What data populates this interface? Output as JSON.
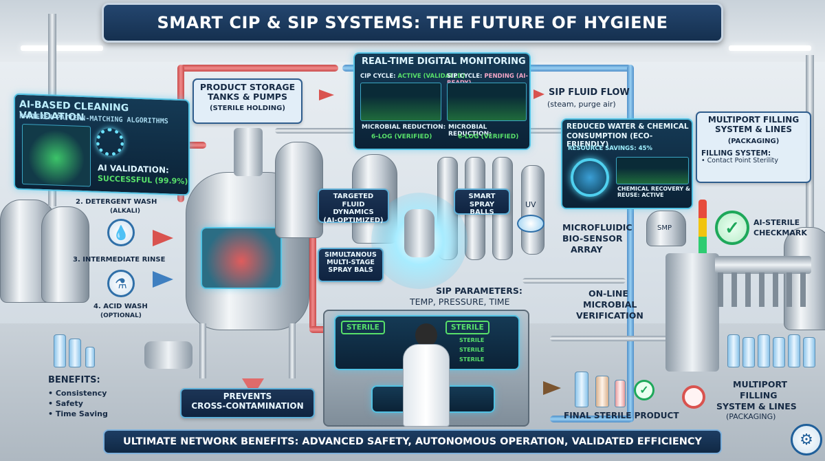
{
  "title": "SMART CIP & SIP SYSTEMS: THE FUTURE OF HYGIENE",
  "ai_validation": {
    "heading": "AI-BASED CLEANING VALIDATION",
    "subheading": "PATTEREN PATTERN-MATCHING ALGORITHMS",
    "result_label": "AI VALIDATION:",
    "result_value": "SUCCESSFUL (99.9%)"
  },
  "storage": {
    "line1": "PRODUCT STORAGE",
    "line2": "TANKS & PUMPS",
    "line3": "(STERILE HOLDING)"
  },
  "monitoring": {
    "heading": "REAL-TIME DIGITAL MONITORING",
    "cip_label": "CIP CYCLE:",
    "cip_status": "ACTIVE (VALIDATED)",
    "sip_label": "SIP CYCLE:",
    "sip_status": "PENDING (AI-READY)",
    "reduction_label_1": "MICROBIAL REDUCTION:",
    "reduction_value_1": "6-LOG (VERIFIED)",
    "reduction_label_2": "MICROBIAL REDUCTION:",
    "reduction_value_2": "6-LOG (VERIFIED)"
  },
  "sip_flow": {
    "heading": "SIP FLUID FLOW",
    "detail": "(steam, purge air)"
  },
  "consumption": {
    "heading_1": "REDUCED WATER & CHEMICAL",
    "heading_2": "CONSUMPTION (ECO-FRIENDLY)",
    "savings": "RESOURCE SAVINGS: 45%",
    "recovery": "CHEMICAL RECOVERY & REUSE: ACTIVE"
  },
  "filling": {
    "heading_1": "MULTIPORT FILLING",
    "heading_2": "SYSTEM & LINES",
    "heading_3": "(PACKAGING)",
    "system_label": "FILLING SYSTEM:",
    "system_item": "• Contact Point Sterility"
  },
  "steps": {
    "detergent": "2. DETERGENT WASH",
    "detergent_sub": "(ALKALI)",
    "rinse": "3. INTERMEDIATE RINSE",
    "acid": "4. ACID WASH",
    "acid_sub": "(OPTIONAL)"
  },
  "callouts": {
    "targeted_1": "TARGETED",
    "targeted_2": "FLUID DYNAMICS",
    "targeted_3": "(AI-OPTIMIZED)",
    "spray_1": "SMART",
    "spray_2": "SPRAY BALLS",
    "simul_1": "SIMULTANOUS",
    "simul_2": "MULTI-STAGE",
    "simul_3": "SPRAY BALS",
    "uv": "UV",
    "biosensor_1": "MICROFLUIDIC",
    "biosensor_2": "BIO-SENSOR",
    "biosensor_3": "ARRAY",
    "sip_params_1": "SIP PARAMETERS:",
    "sip_params_2": "TEMP, PRESSURE, TIME",
    "online_1": "ON-LINE",
    "online_2": "MICROBIAL",
    "online_3": "VERIFICATION",
    "smp": "SMP",
    "checkmark_1": "AI-STERILE",
    "checkmark_2": "CHECKMARK"
  },
  "console": {
    "sterile_1": "STERILE",
    "sterile_2": "STERILE",
    "mini_1": "STERILE",
    "mini_2": "STERILE",
    "mini_3": "STERILE"
  },
  "benefits": {
    "heading": "BENEFITS:",
    "items": [
      "• Consistency",
      "• Safety",
      "• Time Saving"
    ]
  },
  "prevents": {
    "line1": "PREVENTS",
    "line2": "CROSS-CONTAMINATION"
  },
  "final_product": "FINAL STERILE PRODUCT",
  "filling_bottom": {
    "line1": "MULTIPORT",
    "line2": "FILLING",
    "line3": "SYSTEM & LINES",
    "line4": "(PACKAGING)"
  },
  "footer": "ULTIMATE NETWORK BENEFITS: ADVANCED SAFETY, AUTONOMOUS OPERATION, VALIDATED EFFICIENCY",
  "colors": {
    "navy": "#15304f",
    "cyan": "#52c2e3",
    "green": "#58e06a",
    "red_pipe": "#e06b6b",
    "blue_pipe": "#6aaee0"
  }
}
